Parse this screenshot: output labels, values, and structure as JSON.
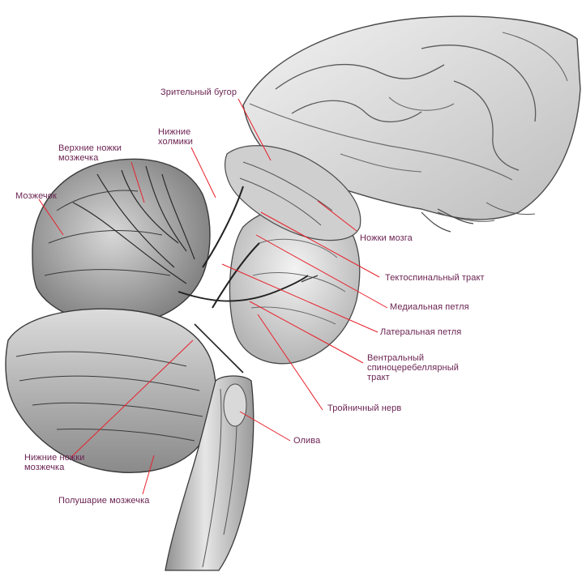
{
  "colors": {
    "label_text": "#6b2452",
    "leader_line": "#e8202a",
    "drawing_ink": "#3a3a3a",
    "background": "#ffffff"
  },
  "labels": {
    "thalamus": {
      "lines": [
        "Зрительный бугор"
      ]
    },
    "inferior_colliculi": {
      "lines": [
        "Нижние",
        "холмики"
      ]
    },
    "superior_cerebellar_peduncles": {
      "lines": [
        "Верхние ножки",
        "мозжечка"
      ]
    },
    "cerebellum": {
      "lines": [
        "Мозжечок"
      ]
    },
    "cerebral_peduncles": {
      "lines": [
        "Ножки мозга"
      ]
    },
    "tectospinal_tract": {
      "lines": [
        "Тектоспинальный тракт"
      ]
    },
    "medial_lemniscus": {
      "lines": [
        "Медиальная петля"
      ]
    },
    "lateral_lemniscus": {
      "lines": [
        "Латеральная петля"
      ]
    },
    "ventral_spinocerebellar_tract": {
      "lines": [
        "Вентральный",
        "спиноцеребеллярный",
        "тракт"
      ]
    },
    "trigeminal_nerve": {
      "lines": [
        "Тройничный нерв"
      ]
    },
    "olive": {
      "lines": [
        "Олива"
      ]
    },
    "inferior_cerebellar_peduncles": {
      "lines": [
        "Нижние ножки",
        "мозжечка"
      ]
    },
    "cerebellar_hemisphere": {
      "lines": [
        "Полушарие мозжечка"
      ]
    }
  }
}
